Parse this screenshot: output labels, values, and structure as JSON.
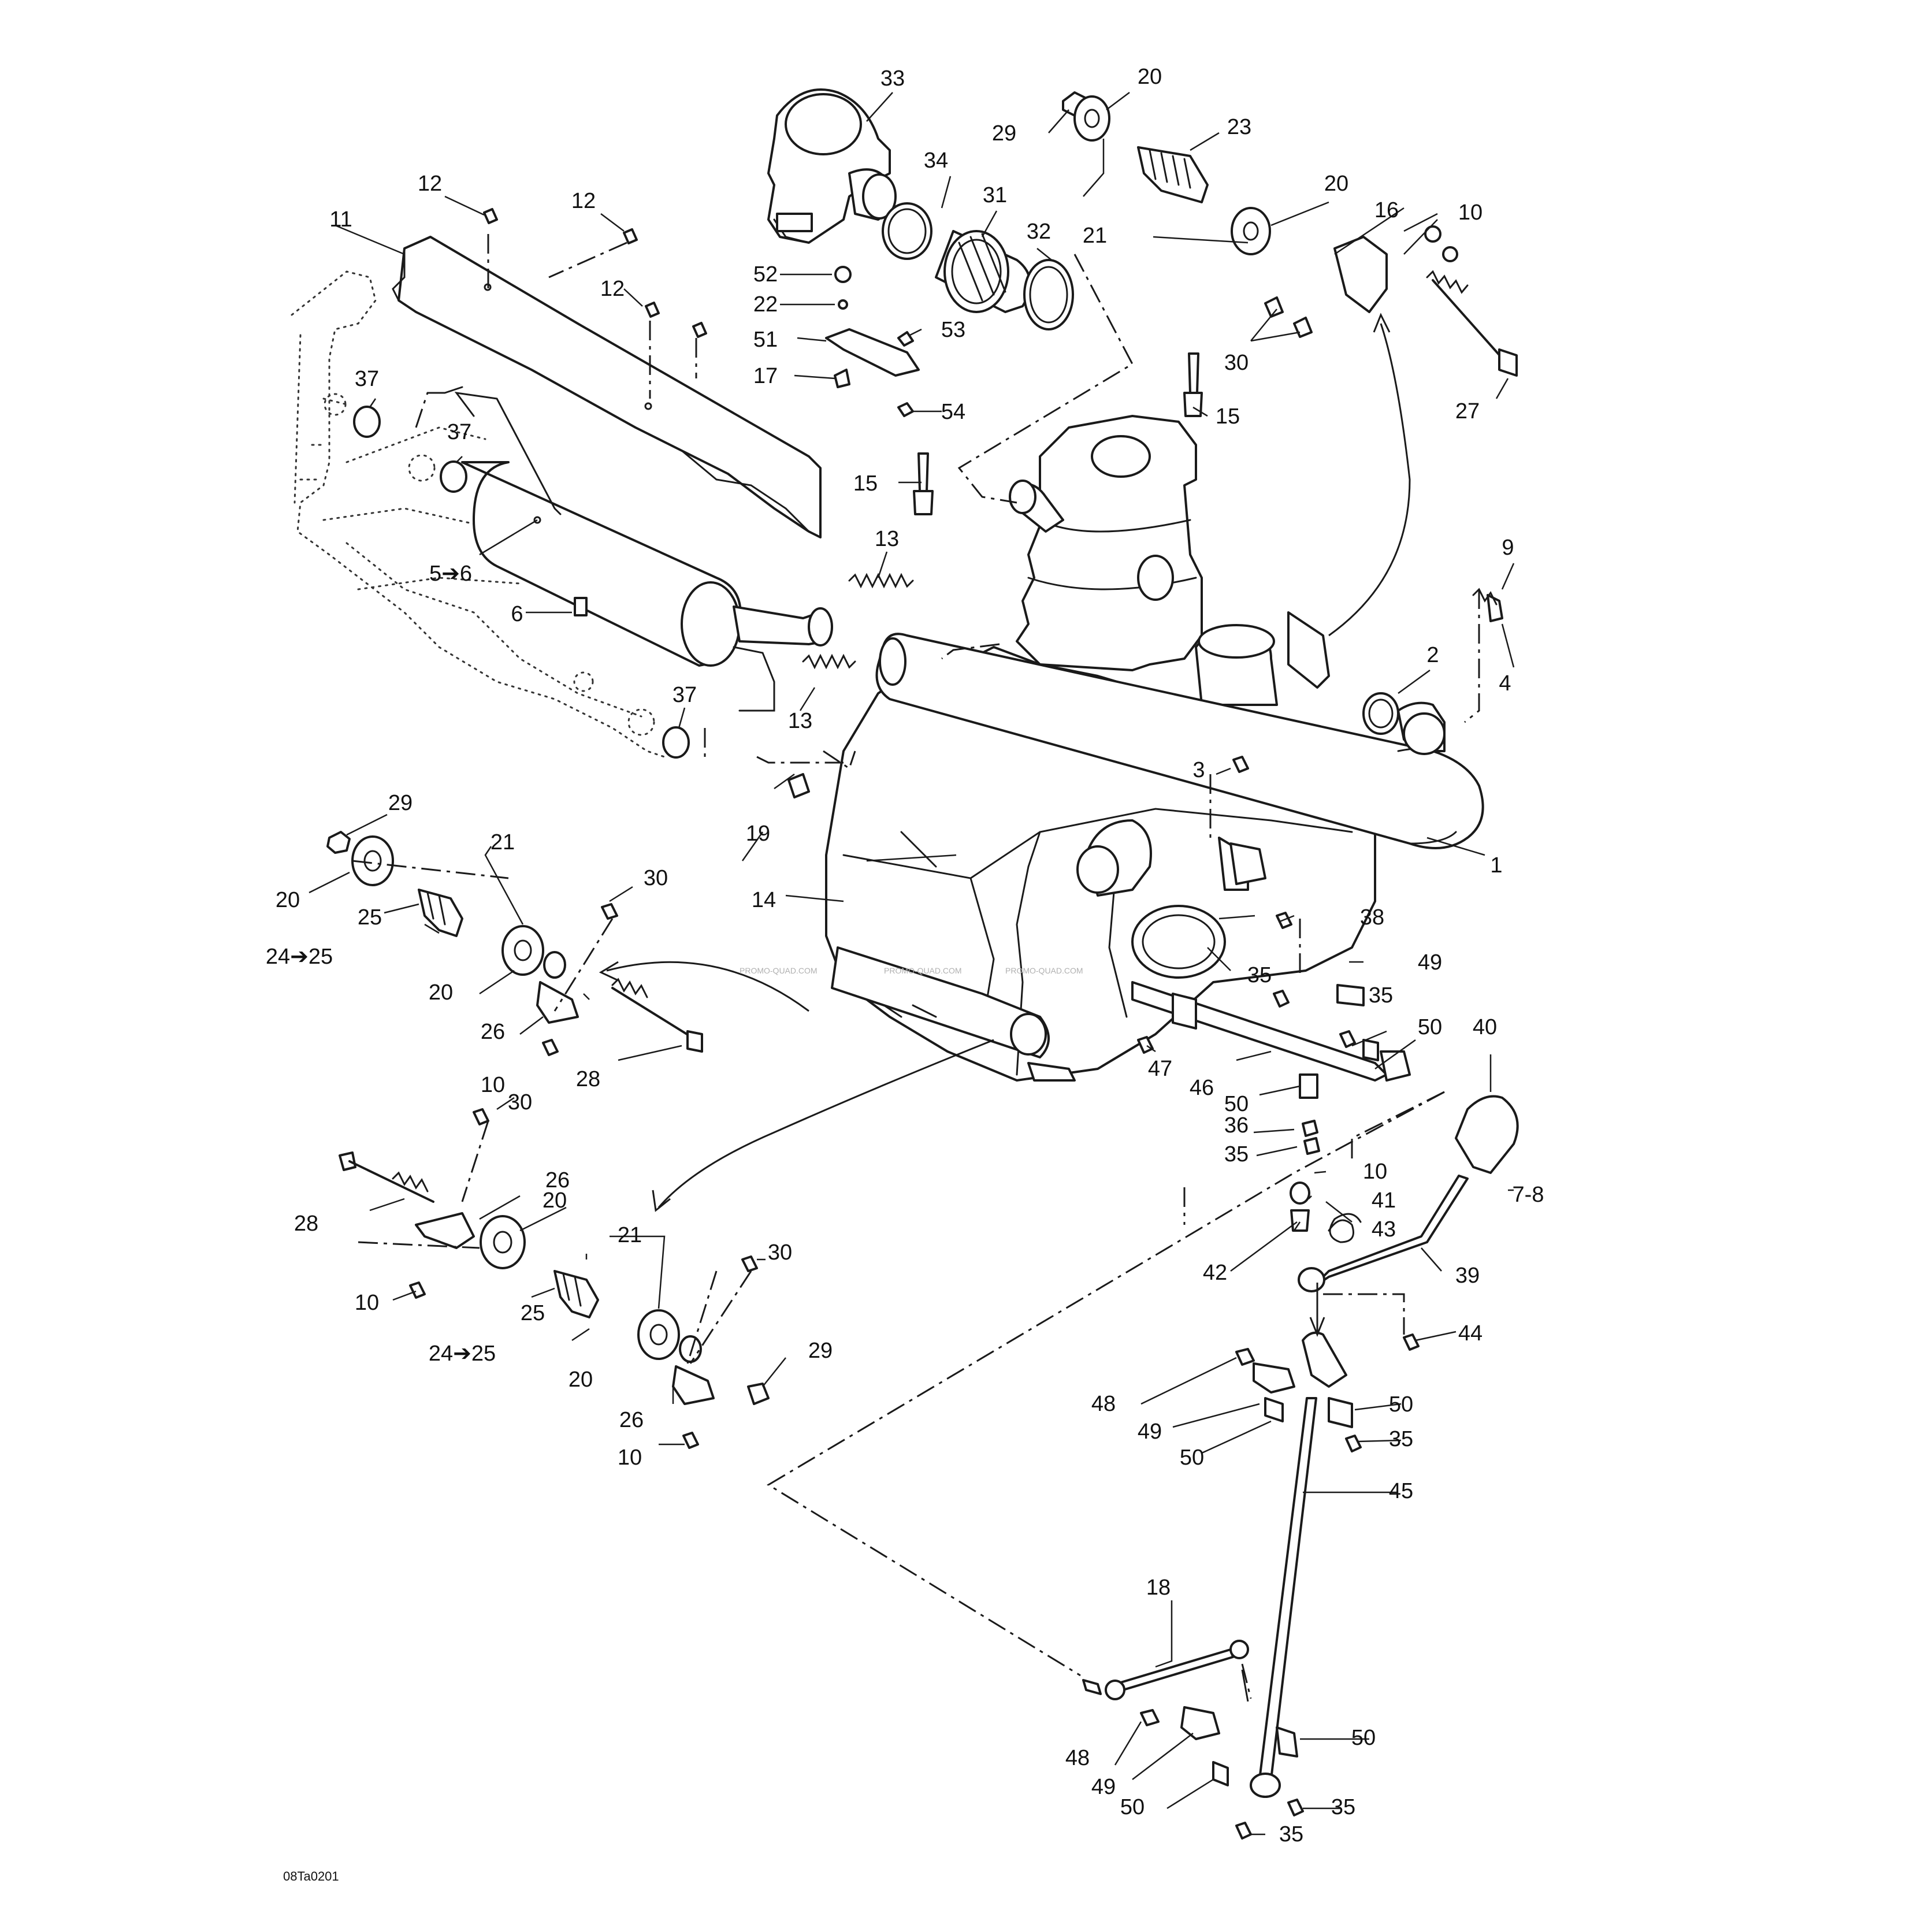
{
  "diagram": {
    "reference_code": "08Ta0201",
    "watermark": "PROMO-QUAD.COM",
    "callouts": [
      {
        "id": "c33",
        "label": "33"
      },
      {
        "id": "c20a",
        "label": "20"
      },
      {
        "id": "c29a",
        "label": "29"
      },
      {
        "id": "c23",
        "label": "23"
      },
      {
        "id": "c34",
        "label": "34"
      },
      {
        "id": "c31",
        "label": "31"
      },
      {
        "id": "c20b",
        "label": "20"
      },
      {
        "id": "c16",
        "label": "16"
      },
      {
        "id": "c10a",
        "label": "10"
      },
      {
        "id": "c21a",
        "label": "21"
      },
      {
        "id": "c12a",
        "label": "12"
      },
      {
        "id": "c12b",
        "label": "12"
      },
      {
        "id": "c11",
        "label": "11"
      },
      {
        "id": "c32",
        "label": "32"
      },
      {
        "id": "c52",
        "label": "52"
      },
      {
        "id": "c22",
        "label": "22"
      },
      {
        "id": "c12c",
        "label": "12"
      },
      {
        "id": "c53",
        "label": "53"
      },
      {
        "id": "c30a",
        "label": "30"
      },
      {
        "id": "c51",
        "label": "51"
      },
      {
        "id": "c17",
        "label": "17"
      },
      {
        "id": "c27",
        "label": "27"
      },
      {
        "id": "c37a",
        "label": "37"
      },
      {
        "id": "c54",
        "label": "54"
      },
      {
        "id": "c15a",
        "label": "15"
      },
      {
        "id": "c37b",
        "label": "37"
      },
      {
        "id": "c15b",
        "label": "15"
      },
      {
        "id": "c13a",
        "label": "13"
      },
      {
        "id": "c9",
        "label": "9"
      },
      {
        "id": "c5",
        "label": "5➔6"
      },
      {
        "id": "c6",
        "label": "6"
      },
      {
        "id": "c4",
        "label": "4"
      },
      {
        "id": "c2",
        "label": "2"
      },
      {
        "id": "c37c",
        "label": "37"
      },
      {
        "id": "c13b",
        "label": "13"
      },
      {
        "id": "c3",
        "label": "3"
      },
      {
        "id": "c19",
        "label": "19"
      },
      {
        "id": "c29b",
        "label": "29"
      },
      {
        "id": "c21b",
        "label": "21"
      },
      {
        "id": "c1",
        "label": "1"
      },
      {
        "id": "c30b",
        "label": "30"
      },
      {
        "id": "c14",
        "label": "14"
      },
      {
        "id": "c20c",
        "label": "20"
      },
      {
        "id": "c25a",
        "label": "25"
      },
      {
        "id": "c38",
        "label": "38"
      },
      {
        "id": "c24a",
        "label": "24➔25"
      },
      {
        "id": "c49a",
        "label": "49"
      },
      {
        "id": "c20d",
        "label": "20"
      },
      {
        "id": "c35a",
        "label": "35"
      },
      {
        "id": "c35b",
        "label": "35"
      },
      {
        "id": "c26a",
        "label": "26"
      },
      {
        "id": "c40",
        "label": "40"
      },
      {
        "id": "c50a",
        "label": "50"
      },
      {
        "id": "c47",
        "label": "47"
      },
      {
        "id": "c10b",
        "label": "10"
      },
      {
        "id": "c28a",
        "label": "28"
      },
      {
        "id": "c46",
        "label": "46"
      },
      {
        "id": "c30c",
        "label": "30"
      },
      {
        "id": "c50b",
        "label": "50"
      },
      {
        "id": "c36",
        "label": "36"
      },
      {
        "id": "c35c",
        "label": "35"
      },
      {
        "id": "c26b",
        "label": "26"
      },
      {
        "id": "c10c",
        "label": "10"
      },
      {
        "id": "c20e",
        "label": "20"
      },
      {
        "id": "c7",
        "label": "7-8"
      },
      {
        "id": "c28b",
        "label": "28"
      },
      {
        "id": "c41",
        "label": "41"
      },
      {
        "id": "c21c",
        "label": "21"
      },
      {
        "id": "c43",
        "label": "43"
      },
      {
        "id": "c42",
        "label": "42"
      },
      {
        "id": "c30d",
        "label": "30"
      },
      {
        "id": "c39",
        "label": "39"
      },
      {
        "id": "c10d",
        "label": "10"
      },
      {
        "id": "c25b",
        "label": "25"
      },
      {
        "id": "c44",
        "label": "44"
      },
      {
        "id": "c24b",
        "label": "24➔25"
      },
      {
        "id": "c29c",
        "label": "29"
      },
      {
        "id": "c20f",
        "label": "20"
      },
      {
        "id": "c48a",
        "label": "48"
      },
      {
        "id": "c50c",
        "label": "50"
      },
      {
        "id": "c26c",
        "label": "26"
      },
      {
        "id": "c49b",
        "label": "49"
      },
      {
        "id": "c35d",
        "label": "35"
      },
      {
        "id": "c10e",
        "label": "10"
      },
      {
        "id": "c50d",
        "label": "50"
      },
      {
        "id": "c45",
        "label": "45"
      },
      {
        "id": "c18",
        "label": "18"
      },
      {
        "id": "c50e",
        "label": "50"
      },
      {
        "id": "c48b",
        "label": "48"
      },
      {
        "id": "c49c",
        "label": "49"
      },
      {
        "id": "c35e",
        "label": "35"
      },
      {
        "id": "c50f",
        "label": "50"
      },
      {
        "id": "c35f",
        "label": "35"
      }
    ]
  }
}
